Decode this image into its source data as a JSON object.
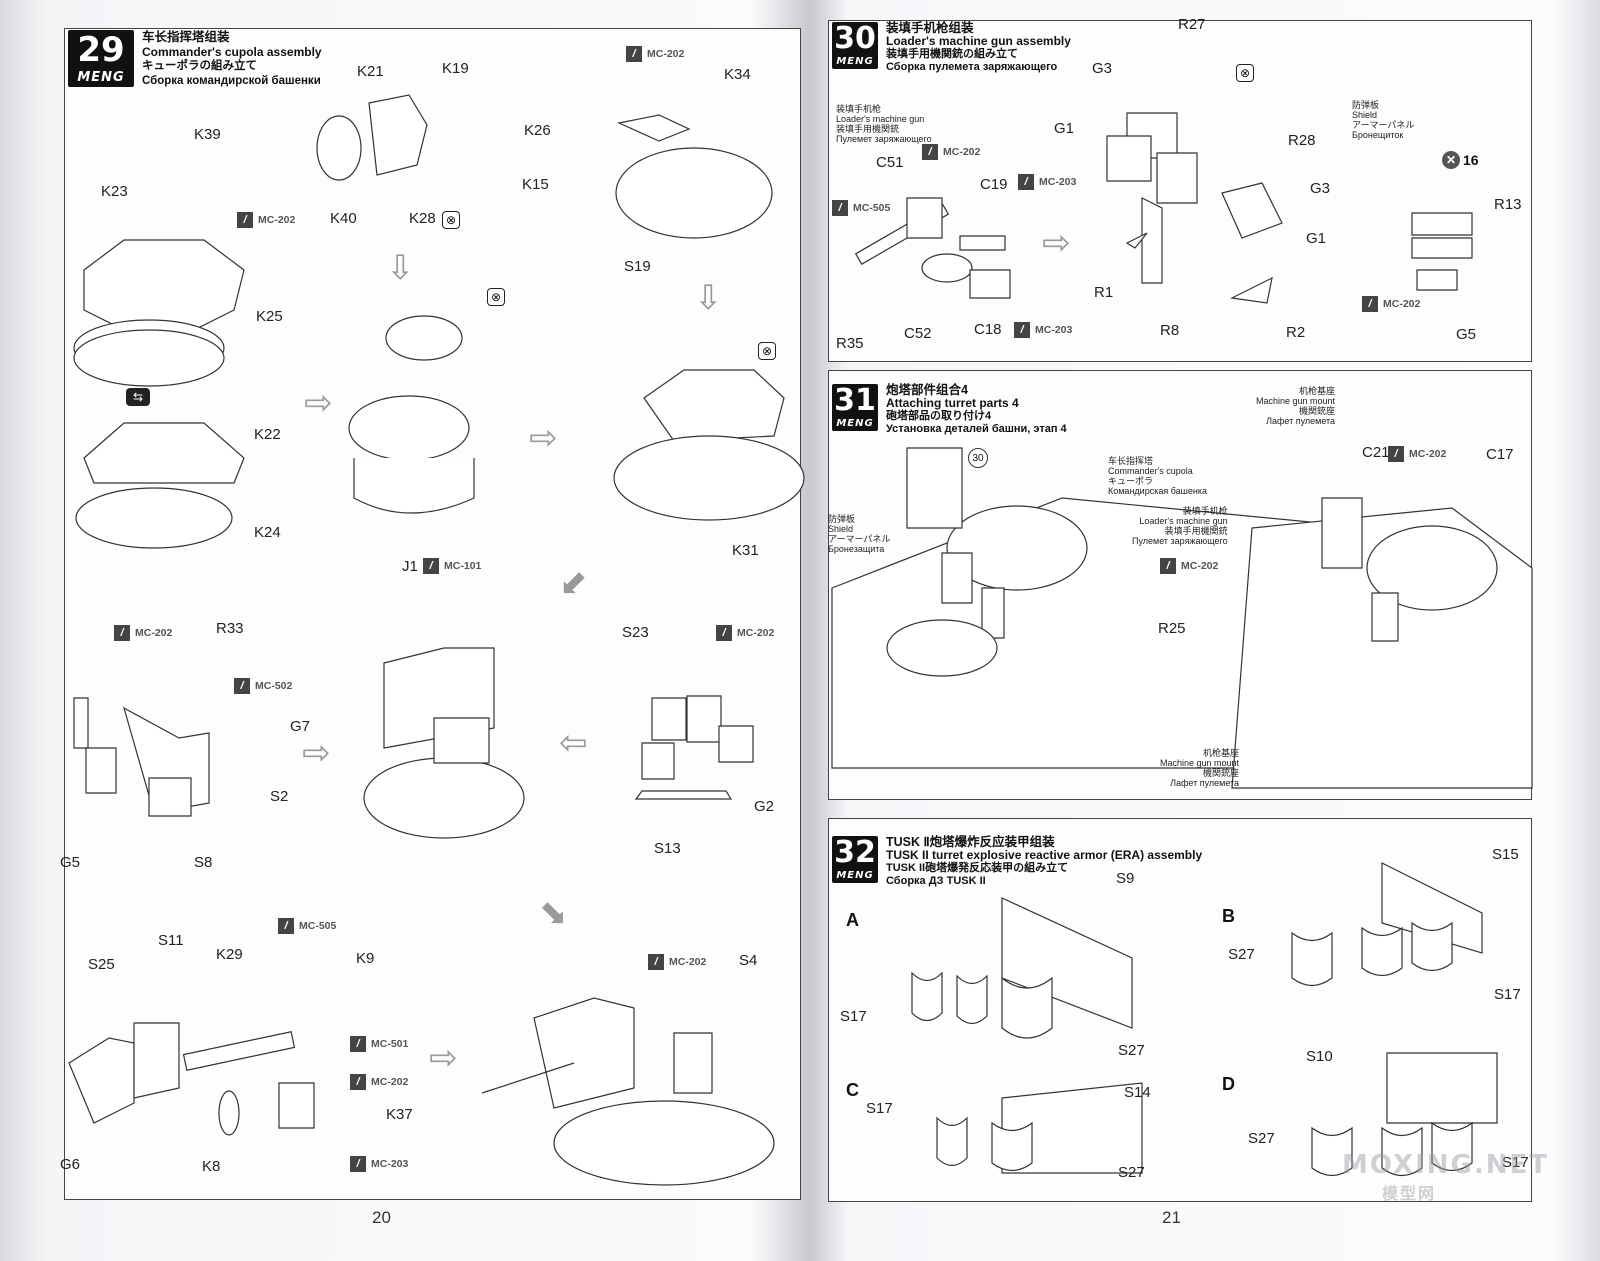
{
  "brand": "MENG",
  "page_numbers": {
    "left": "20",
    "right": "21"
  },
  "watermark": {
    "main": "MOXING.NET",
    "sub": "模型网"
  },
  "steps": {
    "s29": {
      "number": "29",
      "cn": "车长指挥塔组装",
      "en": "Commander's cupola assembly",
      "jp": "キューポラの組み立て",
      "ru": "Сборка командирской башенки"
    },
    "s30": {
      "number": "30",
      "cn": "装填手机枪组装",
      "en": "Loader's machine gun assembly",
      "jp": "装填手用機関銃の組み立て",
      "ru": "Сборка пулемета заряжающего"
    },
    "s31": {
      "number": "31",
      "cn": "炮塔部件组合4",
      "en": "Attaching turret parts 4",
      "jp": "砲塔部品の取り付け4",
      "ru": "Установка деталей башни, этап 4"
    },
    "s32": {
      "number": "32",
      "cn": "TUSK Ⅱ炮塔爆炸反应装甲组装",
      "en": "TUSK II turret explosive reactive armor (ERA) assembly",
      "jp": "TUSK II砲塔爆発反応装甲の組み立て",
      "ru": "Сборка ДЗ TUSK II"
    }
  },
  "multilang": {
    "loader_mg": {
      "cn": "装填手机枪",
      "en": "Loader's machine gun",
      "jp": "装填手用機関銃",
      "ru": "Пулемет заряжающего"
    },
    "shield30": {
      "cn": "防弹板",
      "en": "Shield",
      "jp": "アーマーパネル",
      "ru": "Бронещиток"
    },
    "mg_mount_top": {
      "cn": "机枪基座",
      "en": "Machine gun mount",
      "jp": "機関銃座",
      "ru": "Лафет пулемета"
    },
    "cupola31": {
      "cn": "车长指挥塔",
      "en": "Commander's cupola",
      "jp": "キューポラ",
      "ru": "Командирская башенка"
    },
    "loader31": {
      "cn": "装填手机枪",
      "en": "Loader's machine gun",
      "jp": "装填手用機関銃",
      "ru": "Пулемет заряжающего"
    },
    "shield31": {
      "cn": "防弹板",
      "en": "Shield",
      "jp": "アーマーパネル",
      "ru": "Бронезащита"
    },
    "mg_mount_bottom": {
      "cn": "机枪基座",
      "en": "Machine gun mount",
      "jp": "機関銃座",
      "ru": "Лафет пулемета"
    }
  },
  "paints": {
    "p1": "MC-202",
    "p2": "MC-202",
    "p3": "MC-101",
    "p4": "MC-202",
    "p5": "MC-502",
    "p6": "MC-202",
    "p7": "MC-505",
    "p8": "MC-501",
    "p9": "MC-202",
    "p10": "MC-203",
    "p11": "MC-202",
    "p12": "MC-202",
    "p13": "MC-505",
    "p14": "MC-203",
    "p15": "MC-203",
    "p16": "MC-202",
    "p17": "MC-202",
    "p18": "MC-202"
  },
  "paint_icon": "paintbrush-icon",
  "labels": {
    "K21": "K21",
    "K19": "K19",
    "K39": "K39",
    "K40": "K40",
    "K28": "K28",
    "K34": "K34",
    "K26": "K26",
    "K15": "K15",
    "S19": "S19",
    "K23": "K23",
    "K25": "K25",
    "K22": "K22",
    "K24": "K24",
    "J1": "J1",
    "K31": "K31",
    "R33": "R33",
    "G7": "G7",
    "S2": "S2",
    "G5": "G5",
    "S8": "S8",
    "S23": "S23",
    "G2": "G2",
    "S13": "S13",
    "S11": "S11",
    "S25": "S25",
    "K29": "K29",
    "K9": "K9",
    "K37": "K37",
    "G6": "G6",
    "K8": "K8",
    "S4": "S4",
    "R27": "R27",
    "G3a": "G3",
    "G1a": "G1",
    "C51": "C51",
    "C19": "C19",
    "R28": "R28",
    "G3b": "G3",
    "G1b": "G1",
    "R1": "R1",
    "R8": "R8",
    "R2": "R2",
    "R35": "R35",
    "C52": "C52",
    "C18": "C18",
    "R13": "R13",
    "G5r": "G5",
    "x16": "16",
    "C21": "C21",
    "C17": "C17",
    "R25": "R25",
    "c30": "30",
    "S15": "S15",
    "S9": "S9",
    "S17a": "S17",
    "S27a": "S27",
    "S27b": "S27",
    "S17b": "S17",
    "S14": "S14",
    "S17c": "S17",
    "S27c": "S27",
    "S10": "S10",
    "S27d": "S27",
    "S17d": "S17"
  },
  "letters": {
    "A": "A",
    "B": "B",
    "C": "C",
    "D": "D"
  }
}
